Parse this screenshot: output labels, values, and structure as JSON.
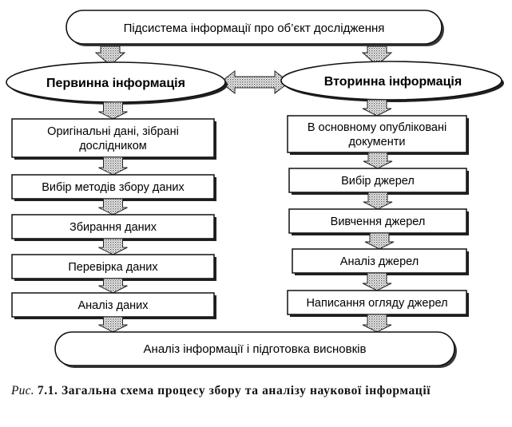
{
  "diagram": {
    "top_node": "Підсистема інформації про об’єкт дослідження",
    "left_branch": {
      "heading": "Первинна інформація",
      "steps": [
        "Оригінальні дані, зібрані дослідником",
        "Вибір методів збору даних",
        "Збирання даних",
        "Перевірка даних",
        "Аналіз даних"
      ]
    },
    "right_branch": {
      "heading": "Вторинна інформація",
      "steps": [
        "В основному опубліковані документи",
        "Вибір джерел",
        "Вивчення джерел",
        "Аналіз джерел",
        "Написання огляду джерел"
      ]
    },
    "bottom_node": "Аналіз інформації і підготовка висновків"
  },
  "caption": {
    "prefix": "Рис.",
    "text": "7.1. Загальна схема процесу збору та аналізу наукової інформації"
  }
}
